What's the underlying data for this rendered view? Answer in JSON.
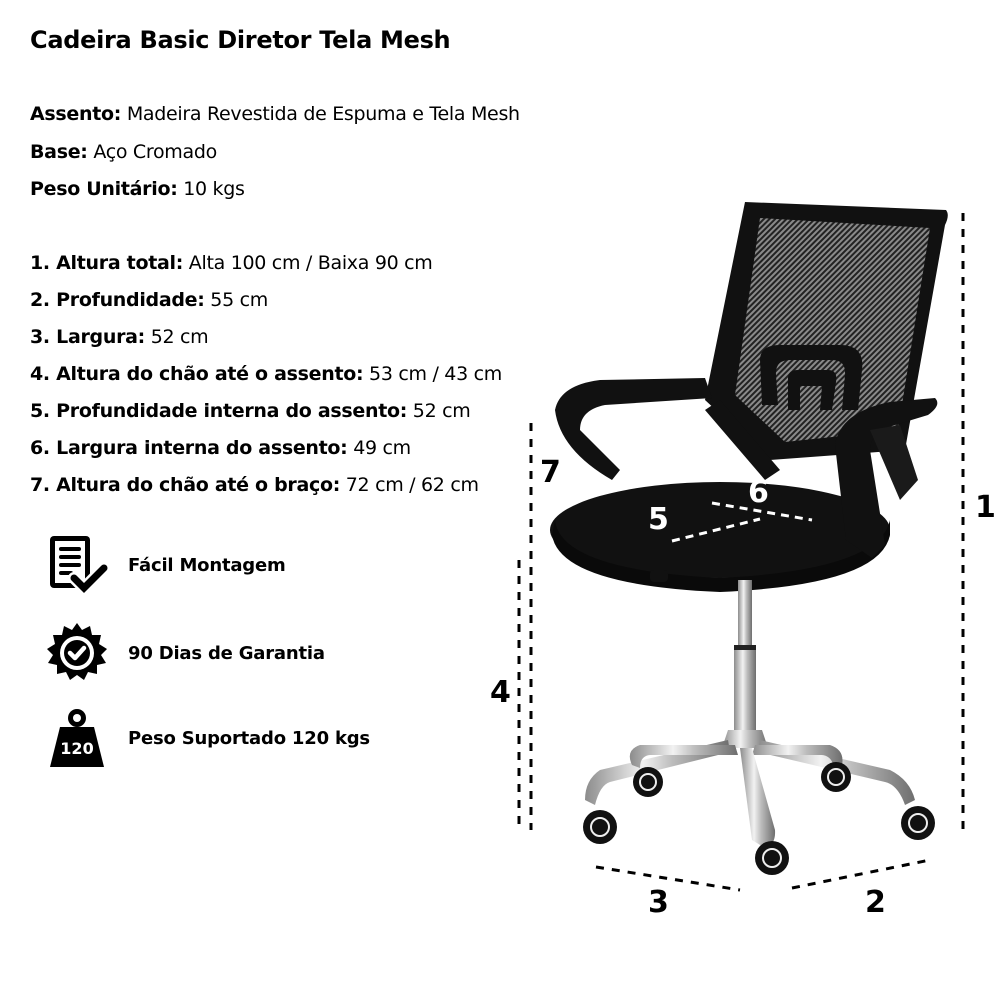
{
  "title": "Cadeira Basic Diretor Tela Mesh",
  "materials": [
    {
      "label": "Assento:",
      "value": " Madeira Revestida de Espuma e Tela Mesh"
    },
    {
      "label": "Base:",
      "value": " Aço Cromado"
    },
    {
      "label": "Peso Unitário:",
      "value": " 10 kgs"
    }
  ],
  "measurements": [
    {
      "label": "1. Altura total:",
      "value": " Alta 100 cm / Baixa 90 cm"
    },
    {
      "label": "2. Profundidade:",
      "value": " 55 cm"
    },
    {
      "label": "3. Largura:",
      "value": " 52 cm"
    },
    {
      "label": "4. Altura do chão até o assento:",
      "value": " 53 cm / 43 cm"
    },
    {
      "label": "5. Profundidade interna do assento:",
      "value": " 52 cm"
    },
    {
      "label": "6. Largura interna do assento:",
      "value": "  49 cm"
    },
    {
      "label": "7. Altura do chão até o braço:",
      "value": " 72 cm / 62 cm"
    }
  ],
  "features": [
    {
      "icon": "checklist-document-icon",
      "label": "Fácil Montagem"
    },
    {
      "icon": "warranty-badge-icon",
      "label": "90 Dias de Garantia"
    },
    {
      "icon": "weight-icon",
      "label": "Peso Suportado 120 kgs",
      "badge": "120"
    }
  ],
  "diagram_labels": {
    "d1": "1",
    "d2": "2",
    "d3": "3",
    "d4": "4",
    "d5": "5",
    "d6": "6",
    "d7": "7"
  },
  "colors": {
    "text": "#000000",
    "background": "#ffffff",
    "chair": "#111111",
    "chrome": "#c8c8c8"
  }
}
